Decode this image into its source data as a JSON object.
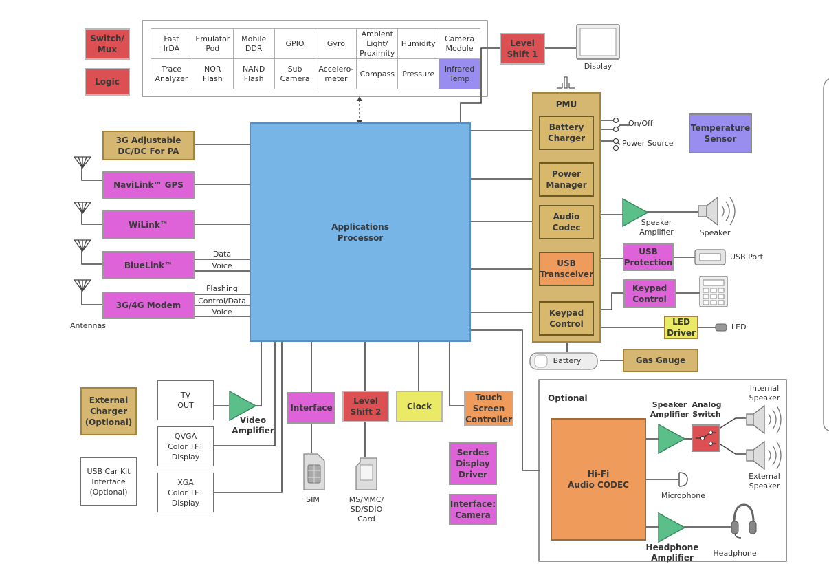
{
  "sensor_table": {
    "rows": [
      [
        "Fast\nIrDA",
        "Emulator\nPod",
        "Mobile\nDDR",
        "GPIO",
        "Gyro",
        "Ambient\nLight/\nProximity",
        "Humidity",
        "Camera\nModule"
      ],
      [
        "Trace\nAnalyzer",
        "NOR\nFlash",
        "NAND\nFlash",
        "Sub\nCamera",
        "Accelero-\nmeter",
        "Compass",
        "Pressure",
        "Infrared\nTemp"
      ]
    ]
  },
  "legend": {
    "switch_mux": "Switch/\nMux",
    "logic": "Logic"
  },
  "processor": "Applications\nProcessor",
  "left_blocks": {
    "dcdc": "3G Adjustable\nDC/DC For PA",
    "gps": "NaviLink™ GPS",
    "wilink": "WiLink™",
    "bluelink": "BlueLink™",
    "modem": "3G/4G Modem",
    "antennas": "Antennas"
  },
  "bus_labels": {
    "data": "Data",
    "voice1": "Voice",
    "flashing": "Flashing",
    "control_data": "Control/Data",
    "voice2": "Voice"
  },
  "display": {
    "level_shift1": "Level\nShift 1",
    "display": "Display"
  },
  "pmu": {
    "title": "PMU",
    "battery_charger": "Battery\nCharger",
    "power_manager": "Power\nManager",
    "audio_codec": "Audio\nCodec",
    "usb_transceiver": "USB\nTransceiver",
    "keypad_control": "Keypad\nControl"
  },
  "right": {
    "on_off": "On/Off",
    "power_source": "Power Source",
    "temperature_sensor": "Temperature\nSensor",
    "speaker_amplifier": "Speaker\nAmplifier",
    "speaker": "Speaker",
    "usb_protection": "USB\nProtection",
    "usb_port": "USB Port",
    "keypad_control": "Keypad\nControl",
    "led_driver": "LED\nDriver",
    "led": "LED",
    "battery": "Battery",
    "gas_gauge": "Gas Gauge"
  },
  "bottom": {
    "external_charger": "External\nCharger\n(Optional)",
    "usb_car_kit": "USB Car Kit\nInterface\n(Optional)",
    "tv_out": "TV\nOUT",
    "qvga": "QVGA\nColor TFT\nDisplay",
    "xga": "XGA\nColor TFT\nDisplay",
    "video_amplifier": "Video\nAmplifier",
    "interface": "Interface",
    "sim": "SIM",
    "level_shift2": "Level\nShift 2",
    "card": "MS/MMC/\nSD/SDIO\nCard",
    "clock": "Clock",
    "touch_screen": "Touch\nScreen\nController",
    "serdes": "Serdes\nDisplay\nDriver",
    "interface_camera": "Interface:\nCamera"
  },
  "optional": {
    "title": "Optional",
    "hifi": "Hi-Fi\nAudio CODEC",
    "speaker_amplifier": "Speaker\nAmplifier",
    "analog_switch": "Analog\nSwitch",
    "internal_speaker": "Internal\nSpeaker",
    "external_speaker": "External\nSpeaker",
    "microphone": "Microphone",
    "headphone_amplifier": "Headphone\nAmplifier",
    "headphone": "Headphone"
  },
  "colors": {
    "processor": "#77b5e6",
    "tan": "#d6b772",
    "pink": "#de63d9",
    "red": "#dc4f52",
    "orange": "#ef9b5b",
    "yellow": "#eaea66",
    "purple": "#9a8df0",
    "amp_green": "#5bbf8a"
  }
}
